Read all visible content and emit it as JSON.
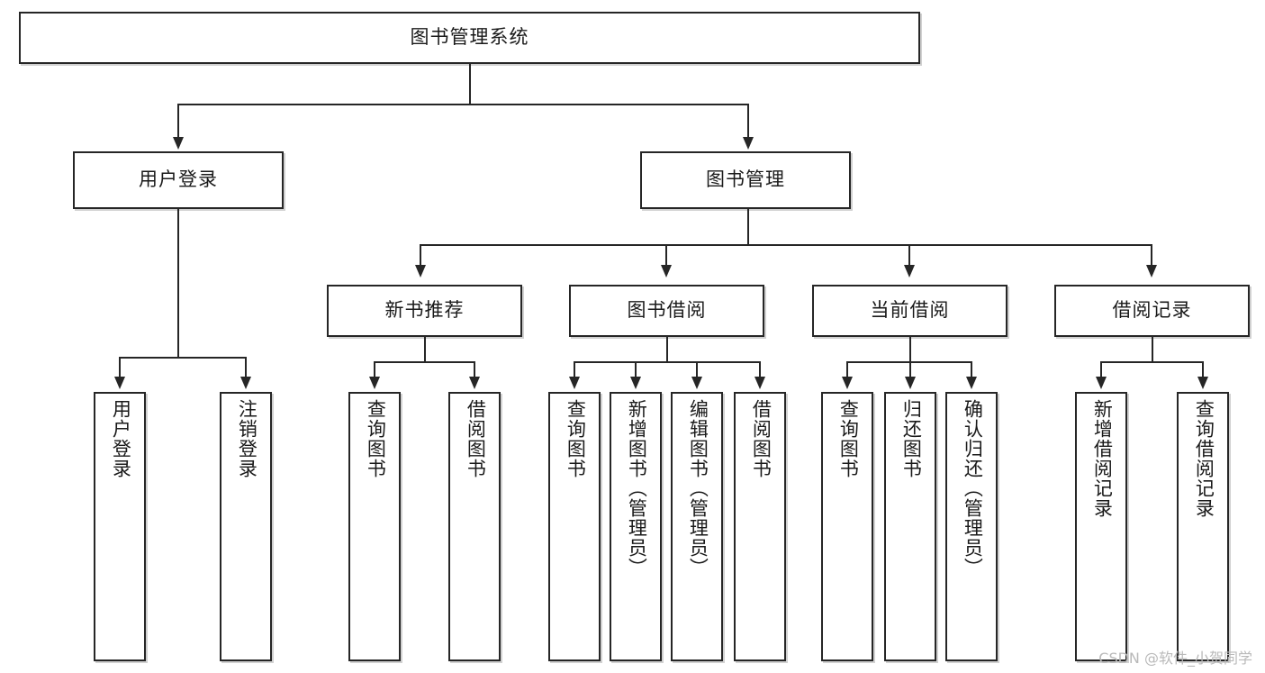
{
  "diagram": {
    "type": "tree-hierarchy",
    "title": "图书管理系统",
    "watermark": "CSDN @软件_小贺同学",
    "colors": {
      "stroke": "#262626",
      "fill": "#ffffff",
      "text": "#1a1a1a",
      "watermark": "#b9b9b9"
    },
    "root": {
      "id": "root",
      "label": "图书管理系统",
      "orientation": "horizontal"
    },
    "level2": [
      {
        "id": "user-login",
        "label": "用户登录",
        "orientation": "horizontal"
      },
      {
        "id": "book-manage",
        "label": "图书管理",
        "orientation": "horizontal"
      }
    ],
    "level3": [
      {
        "id": "new-book-recommend",
        "label": "新书推荐",
        "orientation": "horizontal"
      },
      {
        "id": "book-borrow",
        "label": "图书借阅",
        "orientation": "horizontal"
      },
      {
        "id": "current-borrow",
        "label": "当前借阅",
        "orientation": "horizontal"
      },
      {
        "id": "borrow-record",
        "label": "借阅记录",
        "orientation": "horizontal"
      }
    ],
    "leaves": {
      "user_login": [
        {
          "id": "leaf-user-login",
          "label": "用户登录",
          "orientation": "vertical"
        },
        {
          "id": "leaf-logout-login",
          "label": "注销登录",
          "orientation": "vertical"
        }
      ],
      "new_book_recommend": [
        {
          "id": "leaf-query-book-1",
          "label": "查询图书",
          "orientation": "vertical"
        },
        {
          "id": "leaf-borrow-book-1",
          "label": "借阅图书",
          "orientation": "vertical"
        }
      ],
      "book_borrow": [
        {
          "id": "leaf-query-book-2",
          "label": "查询图书",
          "orientation": "vertical"
        },
        {
          "id": "leaf-add-book",
          "label": "新增图书（管理员）",
          "orientation": "vertical"
        },
        {
          "id": "leaf-edit-book",
          "label": "编辑图书（管理员）",
          "orientation": "vertical"
        },
        {
          "id": "leaf-borrow-book-2",
          "label": "借阅图书",
          "orientation": "vertical"
        }
      ],
      "current_borrow": [
        {
          "id": "leaf-query-book-3",
          "label": "查询图书",
          "orientation": "vertical"
        },
        {
          "id": "leaf-return-book",
          "label": "归还图书",
          "orientation": "vertical"
        },
        {
          "id": "leaf-confirm-return",
          "label": "确认归还（管理员）",
          "orientation": "vertical"
        }
      ],
      "borrow_record": [
        {
          "id": "leaf-add-record",
          "label": "新增借阅记录",
          "orientation": "vertical"
        },
        {
          "id": "leaf-query-record",
          "label": "查询借阅记录",
          "orientation": "vertical"
        }
      ]
    }
  }
}
